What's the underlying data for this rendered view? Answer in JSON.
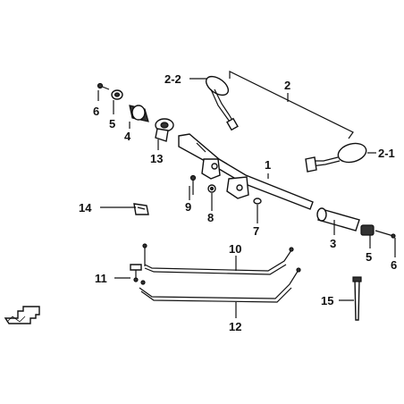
{
  "labels": {
    "l_2_2": "2-2",
    "l_2": "2",
    "l_2_1": "2-1",
    "l_6a": "6",
    "l_5a": "5",
    "l_4": "4",
    "l_13": "13",
    "l_1": "1",
    "l_9": "9",
    "l_8": "8",
    "l_7": "7",
    "l_14": "14",
    "l_3": "3",
    "l_5b": "5",
    "l_6b": "6",
    "l_10": "10",
    "l_11": "11",
    "l_12": "12",
    "l_15": "15"
  },
  "icons": {
    "front_direction": "front-direction-arrow-icon"
  }
}
